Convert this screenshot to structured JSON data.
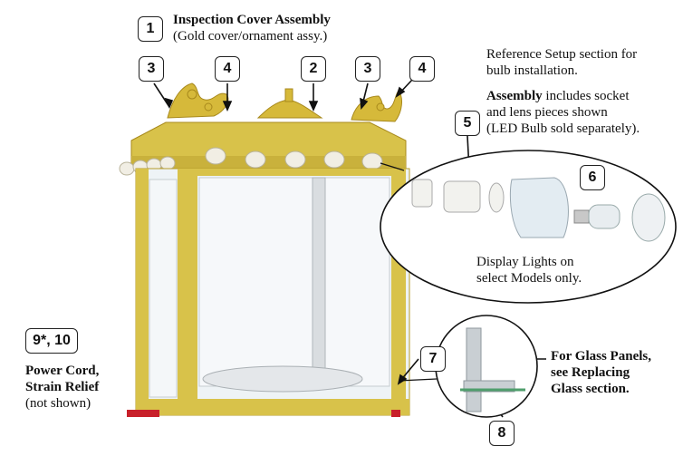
{
  "callouts": {
    "c1": "1",
    "c2": "2",
    "c3a": "3",
    "c3b": "3",
    "c4a": "4",
    "c4b": "4",
    "c5": "5",
    "c6": "6",
    "c7": "7",
    "c8": "8",
    "c9": "9*, 10"
  },
  "labels": {
    "cover_title": "Inspection Cover Assembly",
    "cover_sub": "(Gold cover/ornament assy.)",
    "ref_line1": "Reference Setup section for",
    "ref_line2": "bulb installation.",
    "assembly_bold": "Assembly",
    "assembly_rest": " includes socket",
    "assembly_line2": "and lens pieces shown",
    "assembly_line3": "(LED Bulb sold separately).",
    "display_line1": "Display Lights on",
    "display_line2": "select Models only.",
    "glass_line1": "For Glass Panels,",
    "glass_line2": "see Replacing",
    "glass_line3": "Glass section.",
    "power_line1": "Power Cord,",
    "power_line2": "Strain Relief",
    "power_line3": "(not shown)"
  },
  "colors": {
    "gold": "#d8c24a",
    "gold_dark": "#b59b2a",
    "red_base": "#c8202a",
    "glass": "#eef3f6"
  }
}
